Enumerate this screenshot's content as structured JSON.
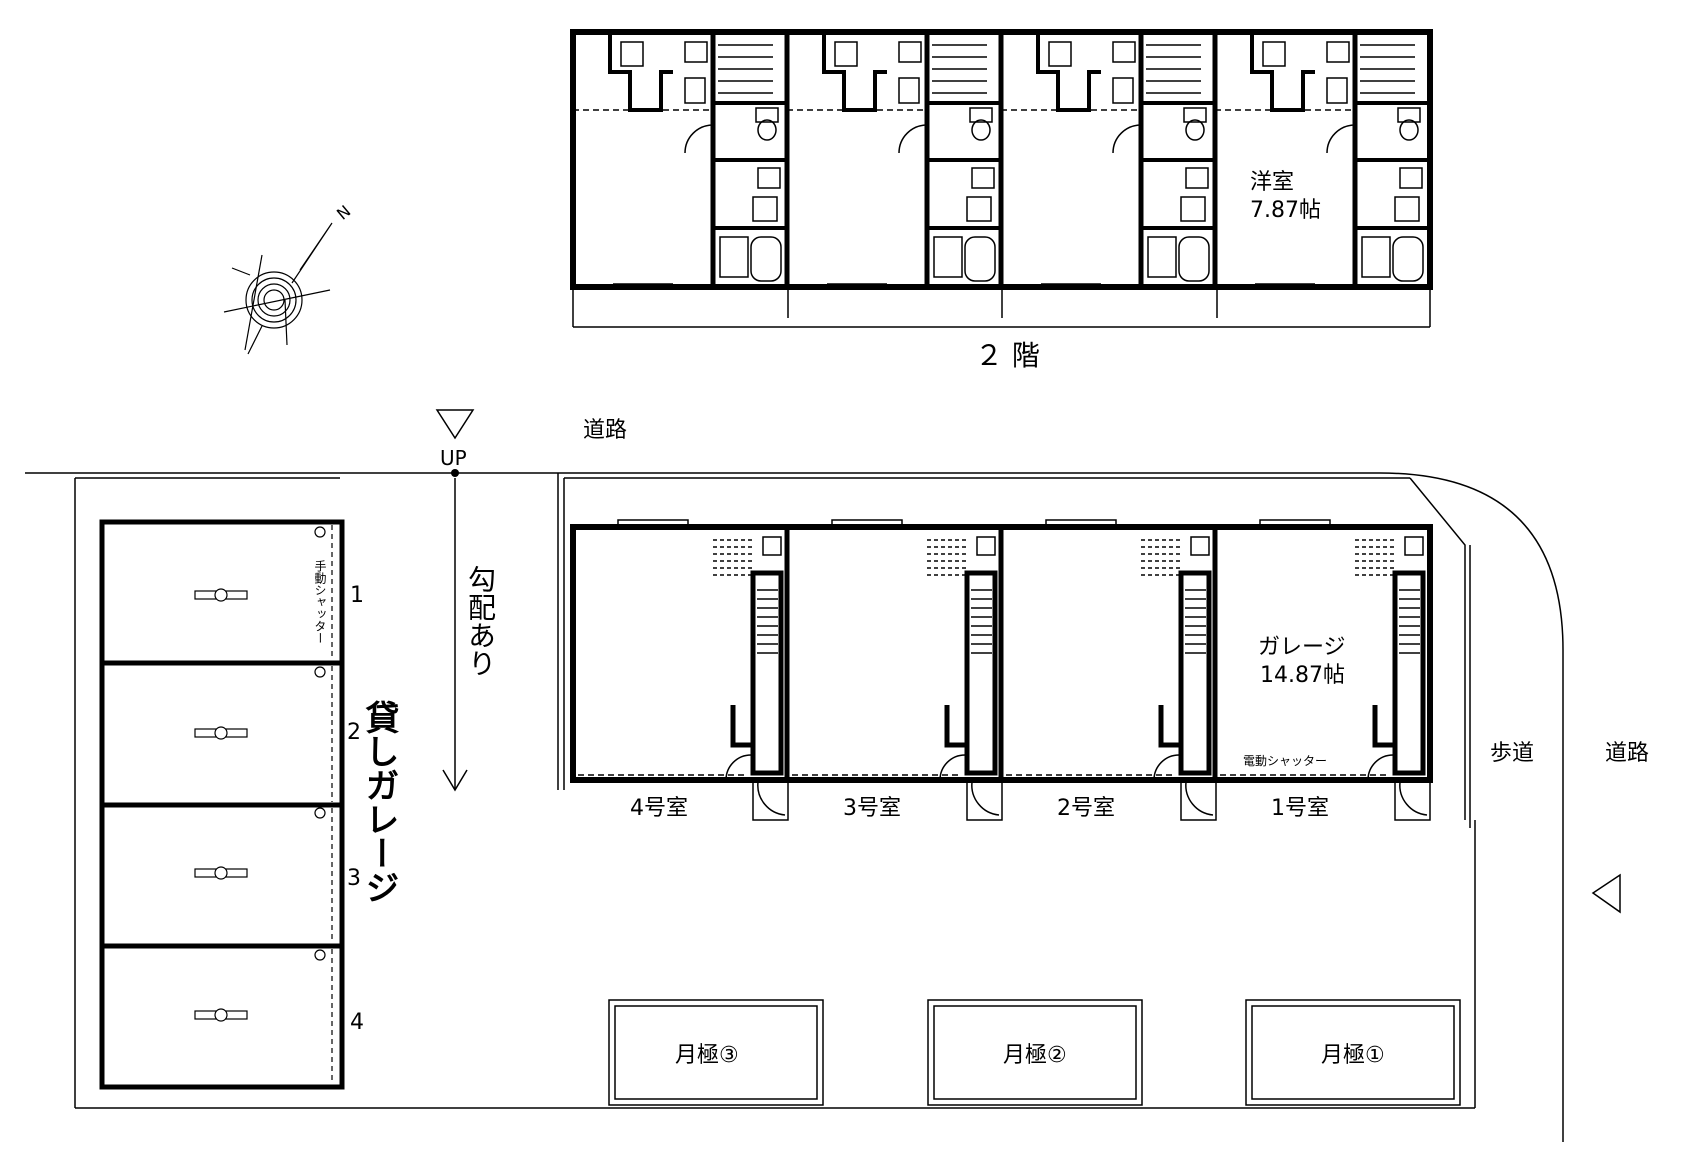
{
  "floor2": {
    "title": "２ 階",
    "room_name": "洋室",
    "room_size": "7.87帖"
  },
  "ground": {
    "road_top": "道路",
    "up_label": "UP",
    "slope_label": "勾配あり",
    "sidewalk": "歩道",
    "road_right": "道路",
    "garage_name": "ガレージ",
    "garage_size": "14.87帖",
    "electric_shutter": "電動シャッター",
    "units": [
      "4号室",
      "3号室",
      "2号室",
      "1号室"
    ]
  },
  "rental_garage": {
    "title": "貸しガレージ",
    "manual_shutter": "手動シャッター",
    "numbers": [
      "1",
      "2",
      "3",
      "4"
    ]
  },
  "monthly_parking": [
    "月極③",
    "月極②",
    "月極①"
  ],
  "compass": {
    "north": "N"
  }
}
